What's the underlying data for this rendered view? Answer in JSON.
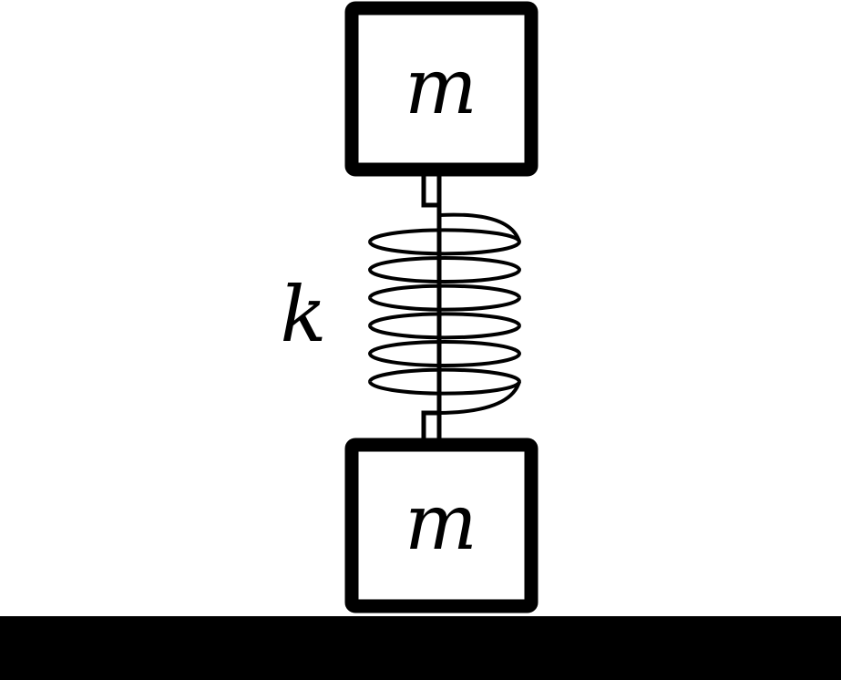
{
  "labels": {
    "top_mass": "m",
    "bottom_mass": "m",
    "spring_constant": "k"
  },
  "colors": {
    "line": "#000000",
    "background": "#ffffff",
    "ground": "#000000"
  },
  "spring": {
    "coil_count": 6
  }
}
